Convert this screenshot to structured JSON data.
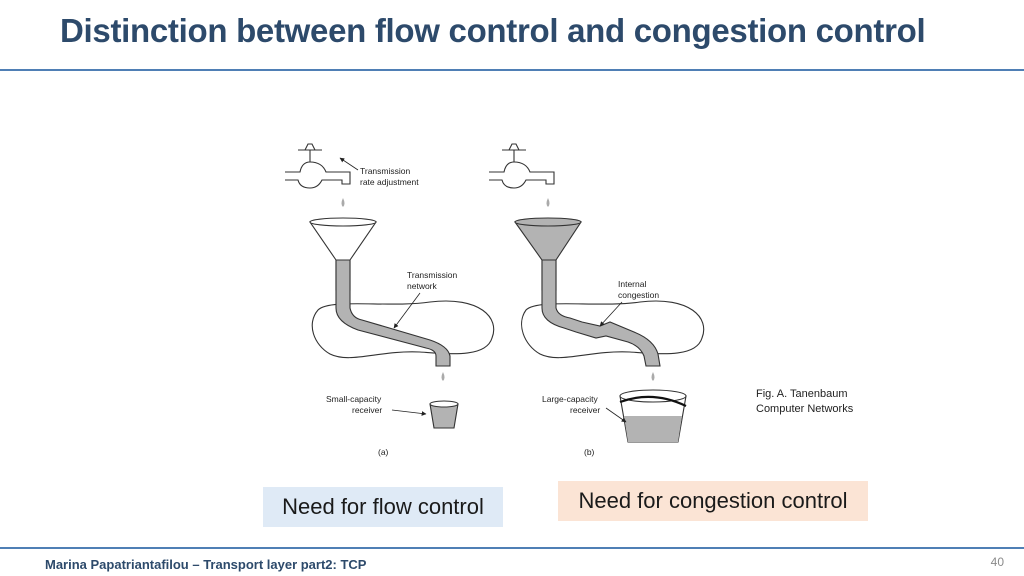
{
  "slide": {
    "title": "Distinction between flow control and congestion control",
    "page_number": "40"
  },
  "figure": {
    "left_panel": {
      "tap_label_line1": "Transmission",
      "tap_label_line2": "rate adjustment",
      "network_label_line1": "Transmission",
      "network_label_line2": "network",
      "receiver_label_line1": "Small-capacity",
      "receiver_label_line2": "receiver",
      "caption": "(a)"
    },
    "right_panel": {
      "congestion_label_line1": "Internal",
      "congestion_label_line2": "congestion",
      "receiver_label_line1": "Large-capacity",
      "receiver_label_line2": "receiver",
      "caption": "(b)"
    },
    "credit_line1": "Fig. A. Tanenbaum",
    "credit_line2": "Computer Networks"
  },
  "callouts": {
    "flow": "Need for flow control",
    "congestion": "Need for congestion control"
  },
  "footer": {
    "text": "Marina Papatriantafilou –  Transport layer part2: TCP"
  },
  "colors": {
    "title": "#2d4a6b",
    "rule": "#4f7fb5",
    "flow_box": "#dfeaf6",
    "congestion_box": "#fbe4d5",
    "water": "#b3b3b3"
  }
}
